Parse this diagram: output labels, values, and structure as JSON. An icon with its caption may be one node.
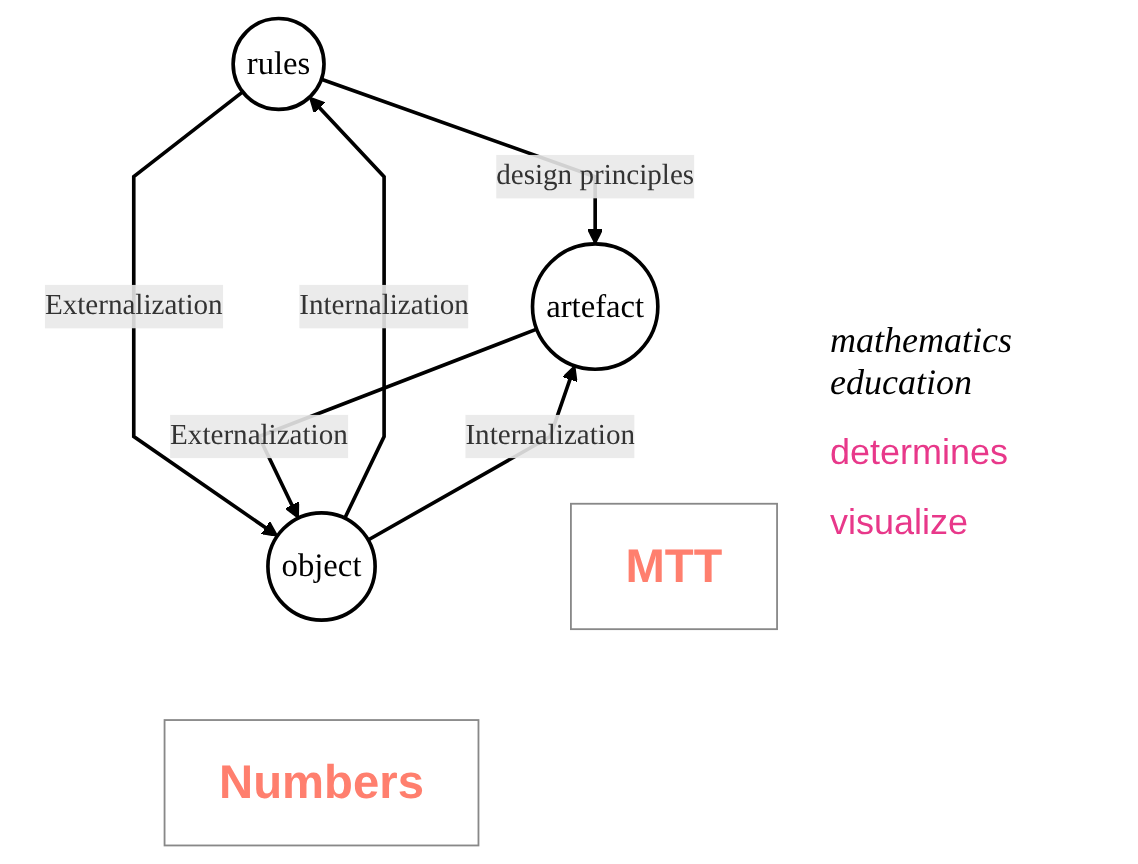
{
  "diagram": {
    "nodes": [
      {
        "text": [
          "rules"
        ]
      },
      {
        "text": [
          "artefact"
        ]
      },
      {
        "text": [
          "object"
        ]
      },
      {
        "text": [
          "MTT"
        ]
      },
      {
        "text": [
          "Numbers"
        ]
      }
    ],
    "edges": [
      {
        "from": 0,
        "to": 1,
        "arrow": "to",
        "label": "design principles"
      },
      {
        "from": 2,
        "to": 0,
        "arrow": "to",
        "label": "Internalization"
      },
      {
        "from": 0,
        "to": 2,
        "arrow": "to",
        "label": "Externalization"
      },
      {
        "from": 2,
        "to": 1,
        "arrow": "to",
        "label": "Internalization"
      },
      {
        "from": 1,
        "to": 2,
        "arrow": "to",
        "label": "Externalization"
      }
    ],
    "labels": [
      "mathematics education",
      "determines",
      "visualize"
    ]
  }
}
